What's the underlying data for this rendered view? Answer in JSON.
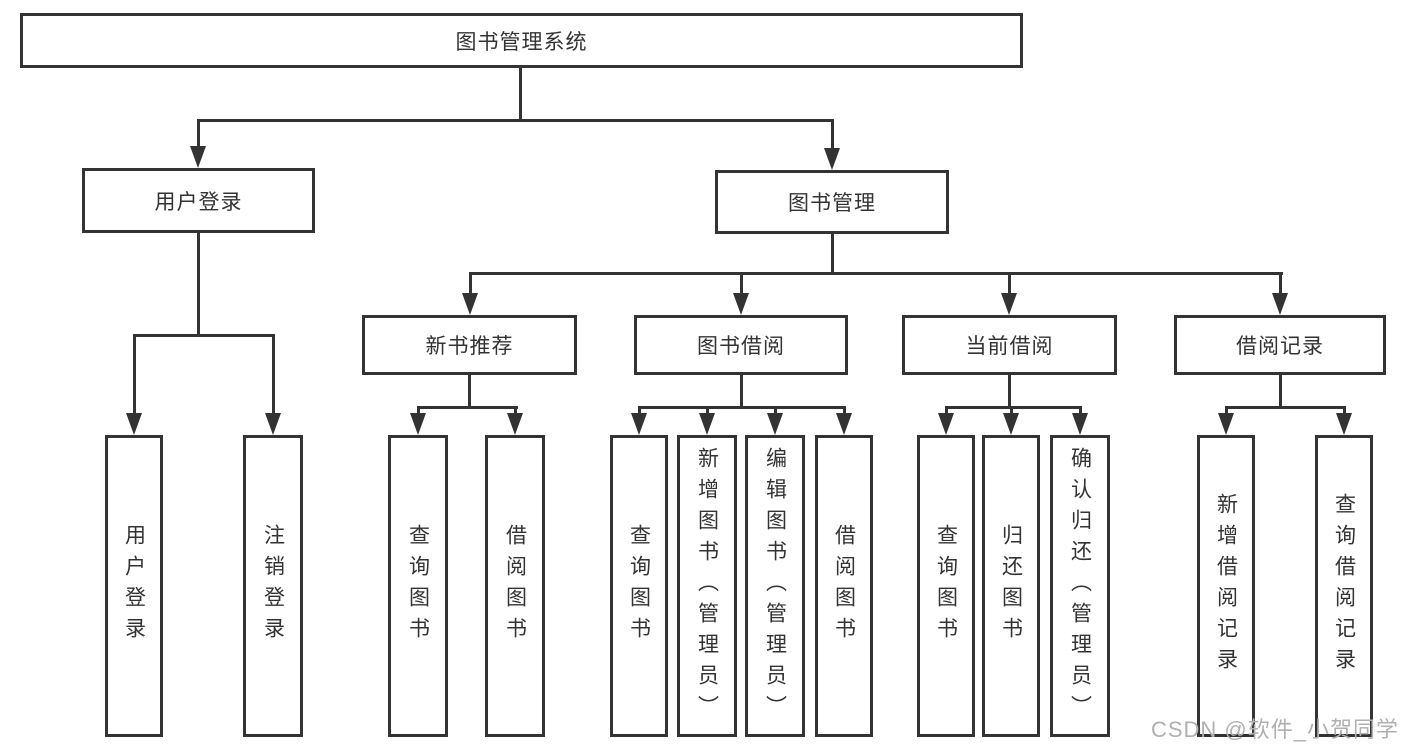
{
  "diagram_title": "图书管理系统",
  "nodes": {
    "root": "图书管理系统",
    "user_login": "用户登录",
    "book_management": "图书管理",
    "new_book_recommend": "新书推荐",
    "book_borrowing": "图书借阅",
    "current_borrowing": "当前借阅",
    "borrowing_records": "借阅记录",
    "leaf_user_login": "用户登录",
    "leaf_logout_login": "注销登录",
    "leaf_query_books_rec": "查询图书",
    "leaf_borrow_books_rec": "借阅图书",
    "leaf_query_books_borrow": "查询图书",
    "leaf_add_books_admin": "新增图书（管理员）",
    "leaf_edit_books_admin": "编辑图书（管理员）",
    "leaf_borrow_books_borrow": "借阅图书",
    "leaf_query_books_current": "查询图书",
    "leaf_return_books": "归还图书",
    "leaf_confirm_return_admin": "确认归还（管理员）",
    "leaf_add_borrow_record": "新增借阅记录",
    "leaf_query_borrow_record": "查询借阅记录"
  },
  "hierarchy": {
    "root": "图书管理系统",
    "children": [
      {
        "label": "用户登录",
        "children": [
          "用户登录",
          "注销登录"
        ]
      },
      {
        "label": "图书管理",
        "children": [
          {
            "label": "新书推荐",
            "children": [
              "查询图书",
              "借阅图书"
            ]
          },
          {
            "label": "图书借阅",
            "children": [
              "查询图书",
              "新增图书（管理员）",
              "编辑图书（管理员）",
              "借阅图书"
            ]
          },
          {
            "label": "当前借阅",
            "children": [
              "查询图书",
              "归还图书",
              "确认归还（管理员）"
            ]
          },
          {
            "label": "借阅记录",
            "children": [
              "新增借阅记录",
              "查询借阅记录"
            ]
          }
        ]
      }
    ]
  },
  "watermark": "CSDN @软件_小贺同学",
  "colors": {
    "line": "#333333",
    "box_border": "#333333",
    "text": "#333333",
    "watermark": "#b0b0b0",
    "background": "#ffffff"
  }
}
